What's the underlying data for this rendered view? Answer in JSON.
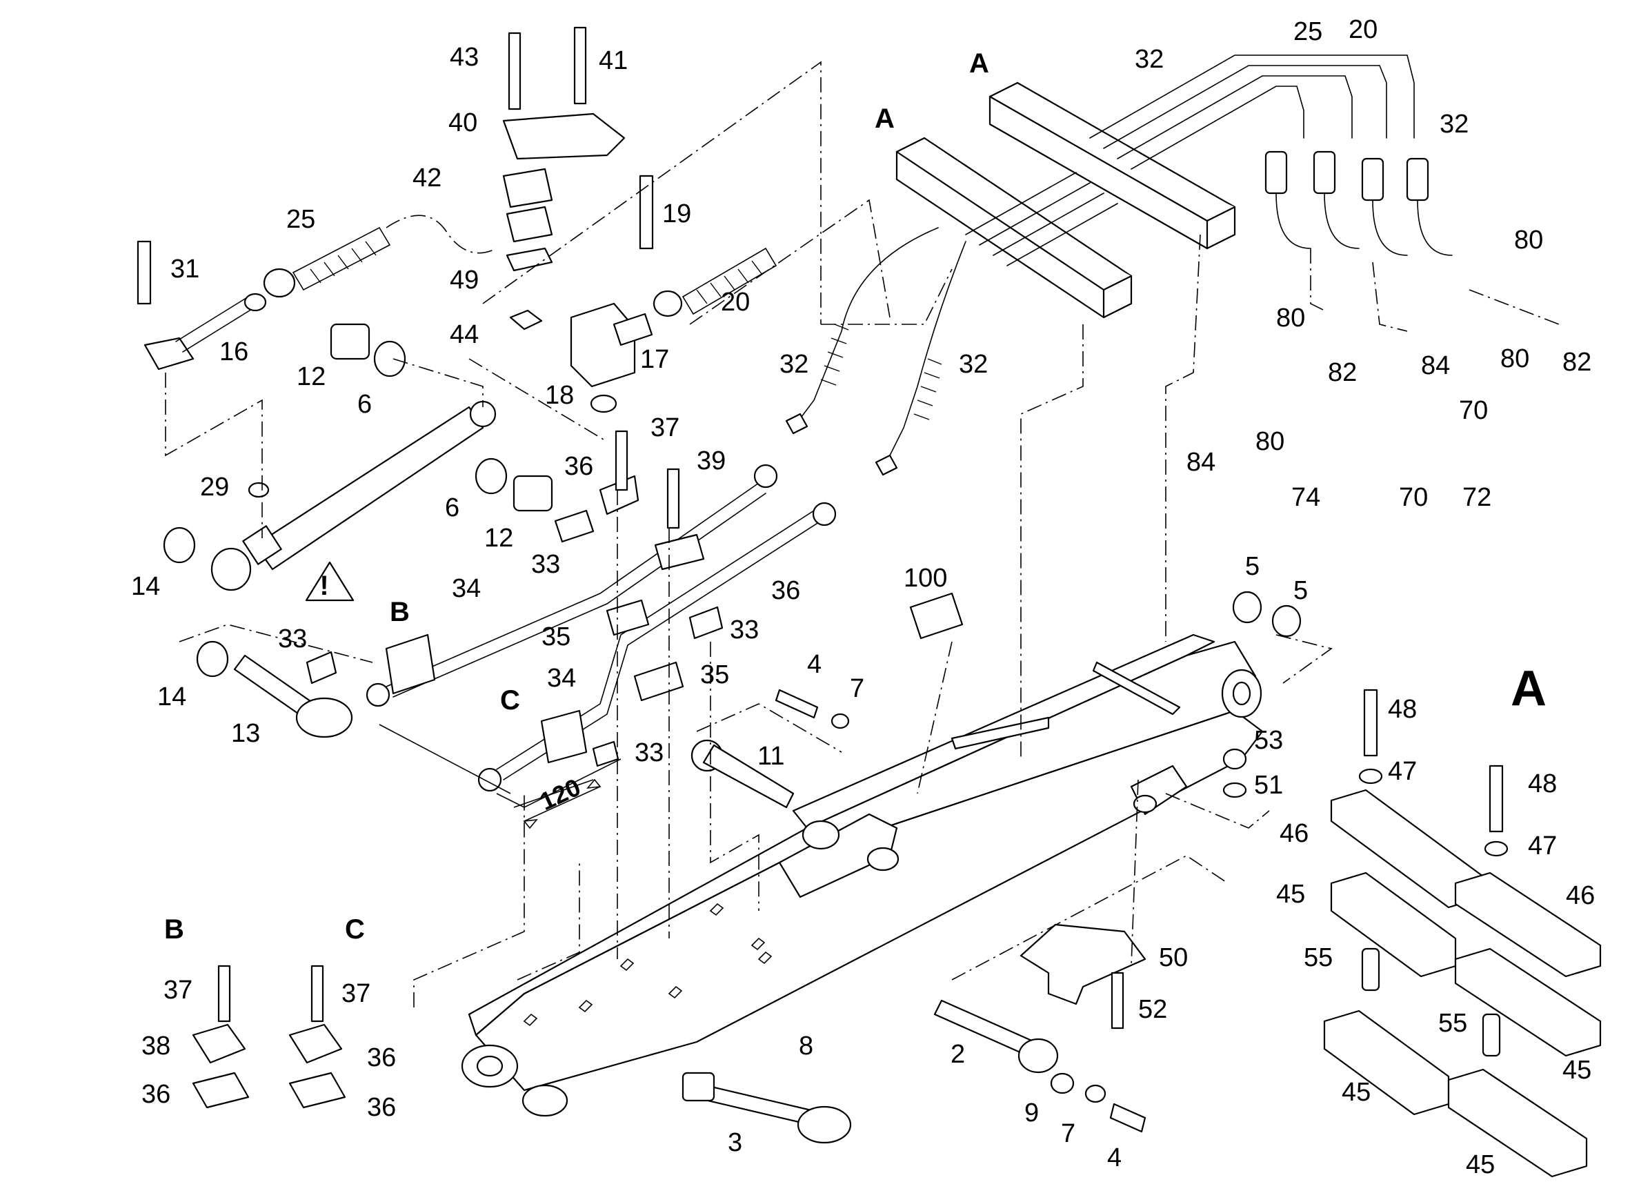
{
  "callouts": {
    "c43": "43",
    "c41": "41",
    "c40": "40",
    "c42": "42",
    "c49": "49",
    "c44": "44",
    "c19": "19",
    "c20a": "20",
    "c17": "17",
    "c18": "18",
    "c25a": "25",
    "c31": "31",
    "c16": "16",
    "c12a": "12",
    "c6a": "6",
    "c29": "29",
    "c14a": "14",
    "c14b": "14",
    "c13": "13",
    "c6b": "6",
    "c12b": "12",
    "c33a": "33",
    "c33b": "33",
    "c33c": "33",
    "c33d": "33",
    "c37a": "37",
    "c39": "39",
    "c36a": "36",
    "c36b": "36",
    "c34a": "34",
    "c34b": "34",
    "c35a": "35",
    "c35b": "35",
    "c32a": "32",
    "c32b": "32",
    "c32c": "32",
    "c32d": "32",
    "c25b": "25",
    "c20b": "20",
    "c80a": "80",
    "c80b": "80",
    "c80c": "80",
    "c80d": "80",
    "c82a": "82",
    "c82b": "82",
    "c84a": "84",
    "c84b": "84",
    "c70a": "70",
    "c70b": "70",
    "c72": "72",
    "c74": "74",
    "c100": "100",
    "c5a": "5",
    "c5b": "5",
    "c4a": "4",
    "c7a": "7",
    "c11": "11",
    "c53": "53",
    "c51": "51",
    "c48a": "48",
    "c47a": "47",
    "c46a": "46",
    "c45a": "45",
    "c48b": "48",
    "c47b": "47",
    "c46b": "46",
    "c55a": "55",
    "c55b": "55",
    "c45b": "45",
    "c45c": "45",
    "c45d": "45",
    "c50": "50",
    "c52": "52",
    "c8": "8",
    "c2": "2",
    "c9": "9",
    "c7b": "7",
    "c4b": "4",
    "c3": "3",
    "c37b": "37",
    "c38": "38",
    "c36c": "36",
    "c37c": "37",
    "c36d": "36",
    "c36e": "36"
  },
  "section_labels": {
    "a1": "A",
    "a2": "A",
    "a_big": "A",
    "b1": "B",
    "b2": "B",
    "c1": "C",
    "c2": "C"
  },
  "dimension": {
    "value": "120"
  },
  "warning_symbol": "!",
  "icons": [
    "warning-triangle-icon"
  ]
}
